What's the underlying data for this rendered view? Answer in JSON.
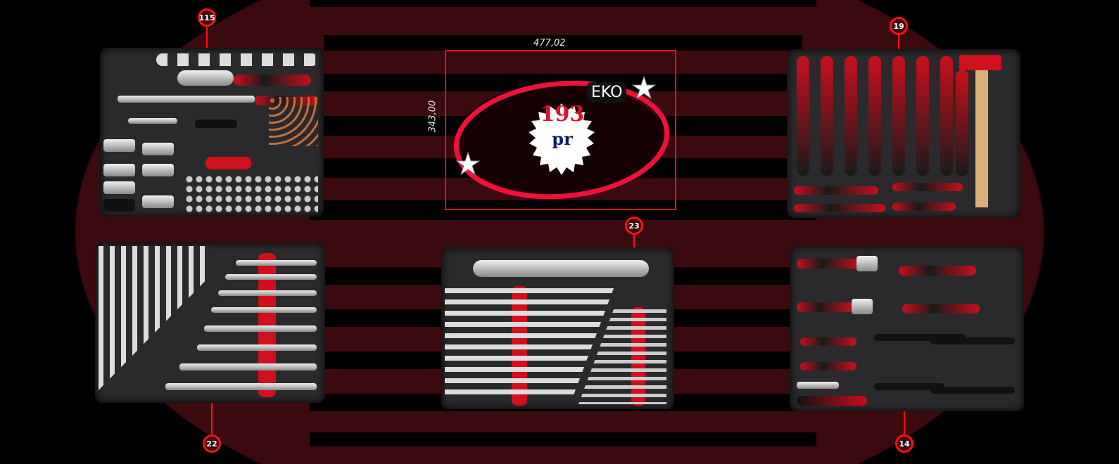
{
  "center": {
    "count": "193",
    "unit": "pr",
    "brand": "EKO",
    "width_label": "477,02",
    "height_label": "343,00"
  },
  "trays": [
    {
      "name": "sockets-ratchets",
      "count": "115"
    },
    {
      "name": "screwdrivers-hammer",
      "count": "19"
    },
    {
      "name": "double-ring-combination-wrenches",
      "count": "22"
    },
    {
      "name": "combination-wrenches",
      "count": "23"
    },
    {
      "name": "pliers",
      "count": "14"
    }
  ],
  "colors": {
    "accent": "#ff1010",
    "bg": "#3a0a0e",
    "badge_text": "#ffffff",
    "count_red": "#e0102a",
    "unit_blue": "#0a1a6a"
  }
}
